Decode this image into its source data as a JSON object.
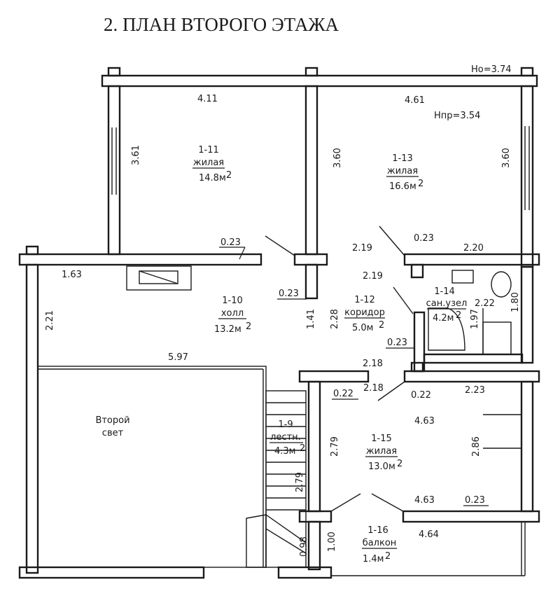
{
  "title": "2. ПЛАН ВТОРОГО ЭТАЖА",
  "level_marks": {
    "floor": "Hо=3.74",
    "ceiling": "Нпр=3.54"
  },
  "rooms": [
    {
      "id": "1-11",
      "name": "жилая",
      "area": "14.8м",
      "unit_power": "2"
    },
    {
      "id": "1-13",
      "name": "жилая",
      "area": "16.6м",
      "unit_power": "2"
    },
    {
      "id": "1-10",
      "name": "холл",
      "area": "13.2м",
      "unit_power": "2"
    },
    {
      "id": "1-12",
      "name": "коридор",
      "area": "5.0м",
      "unit_power": "2"
    },
    {
      "id": "1-14",
      "name": "сан.узел",
      "area": "4.2м",
      "unit_power": "2"
    },
    {
      "id": "1-9",
      "name": "лестн.",
      "area": "4.3м",
      "unit_power": "2"
    },
    {
      "id": "1-15",
      "name": "жилая",
      "area": "13.0м",
      "unit_power": "2"
    },
    {
      "id": "1-16",
      "name": "балкон",
      "area": "1.4м",
      "unit_power": "2"
    }
  ],
  "second_light": {
    "line1": "Второй",
    "line2": "свет"
  },
  "dimensions": {
    "r11_top": "4.11",
    "r11_left": "3.61",
    "r11_right": "3.60",
    "r13_top": "4.61",
    "r13_right": "3.60",
    "d1": "0.23",
    "d2": "2.19",
    "d3": "0.23",
    "d4": "2.20",
    "hall_top": "1.63",
    "hall_left": "2.21",
    "hall_low": "0.23",
    "c1": "2.19",
    "c2": "1.41",
    "c3": "2.28",
    "bath1": "2.22",
    "bath2": "1.80",
    "bath3": "1.97",
    "c4": "0.23",
    "hall_bottom": "5.97",
    "c5": "2.18",
    "c6": "0.22",
    "c7": "2.18",
    "c8": "0.22",
    "c9": "2.23",
    "r15_top": "4.63",
    "r15_left": "2.79",
    "r15_right": "2.86",
    "stair1": "2.79",
    "r15_bot": "4.63",
    "r15_bot2": "0.23",
    "balc_left": "1.00",
    "balc_right": "4.64",
    "stair2": "0.98"
  }
}
